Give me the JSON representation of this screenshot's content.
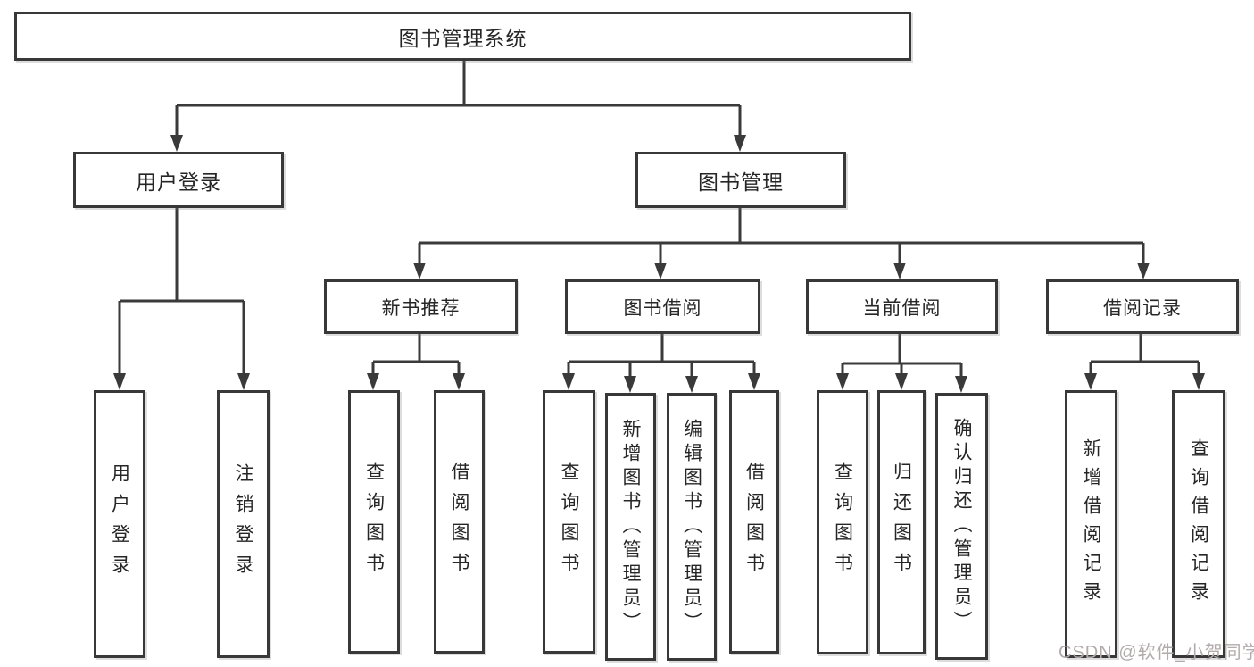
{
  "diagram": {
    "title": "图书管理系统",
    "tree": {
      "label": "图书管理系统",
      "children": [
        {
          "label": "用户登录",
          "children": [
            {
              "label": "用户登录"
            },
            {
              "label": "注销登录"
            }
          ]
        },
        {
          "label": "图书管理",
          "children": [
            {
              "label": "新书推荐",
              "children": [
                {
                  "label": "查询图书"
                },
                {
                  "label": "借阅图书"
                }
              ]
            },
            {
              "label": "图书借阅",
              "children": [
                {
                  "label": "查询图书"
                },
                {
                  "label": "新增图书（管理员）"
                },
                {
                  "label": "编辑图书（管理员）"
                },
                {
                  "label": "借阅图书"
                }
              ]
            },
            {
              "label": "当前借阅",
              "children": [
                {
                  "label": "查询图书"
                },
                {
                  "label": "归还图书"
                },
                {
                  "label": "确认归还（管理员）"
                }
              ]
            },
            {
              "label": "借阅记录",
              "children": [
                {
                  "label": "新增借阅记录"
                },
                {
                  "label": "查询借阅记录"
                }
              ]
            }
          ]
        }
      ]
    }
  },
  "watermark": {
    "text": "CSDN @软件_小贺同学"
  },
  "colors": {
    "line": "#3a3a3a",
    "box_border": "#383838",
    "text": "#262626",
    "watermark": "#b3abab",
    "background": "#ffffff"
  }
}
